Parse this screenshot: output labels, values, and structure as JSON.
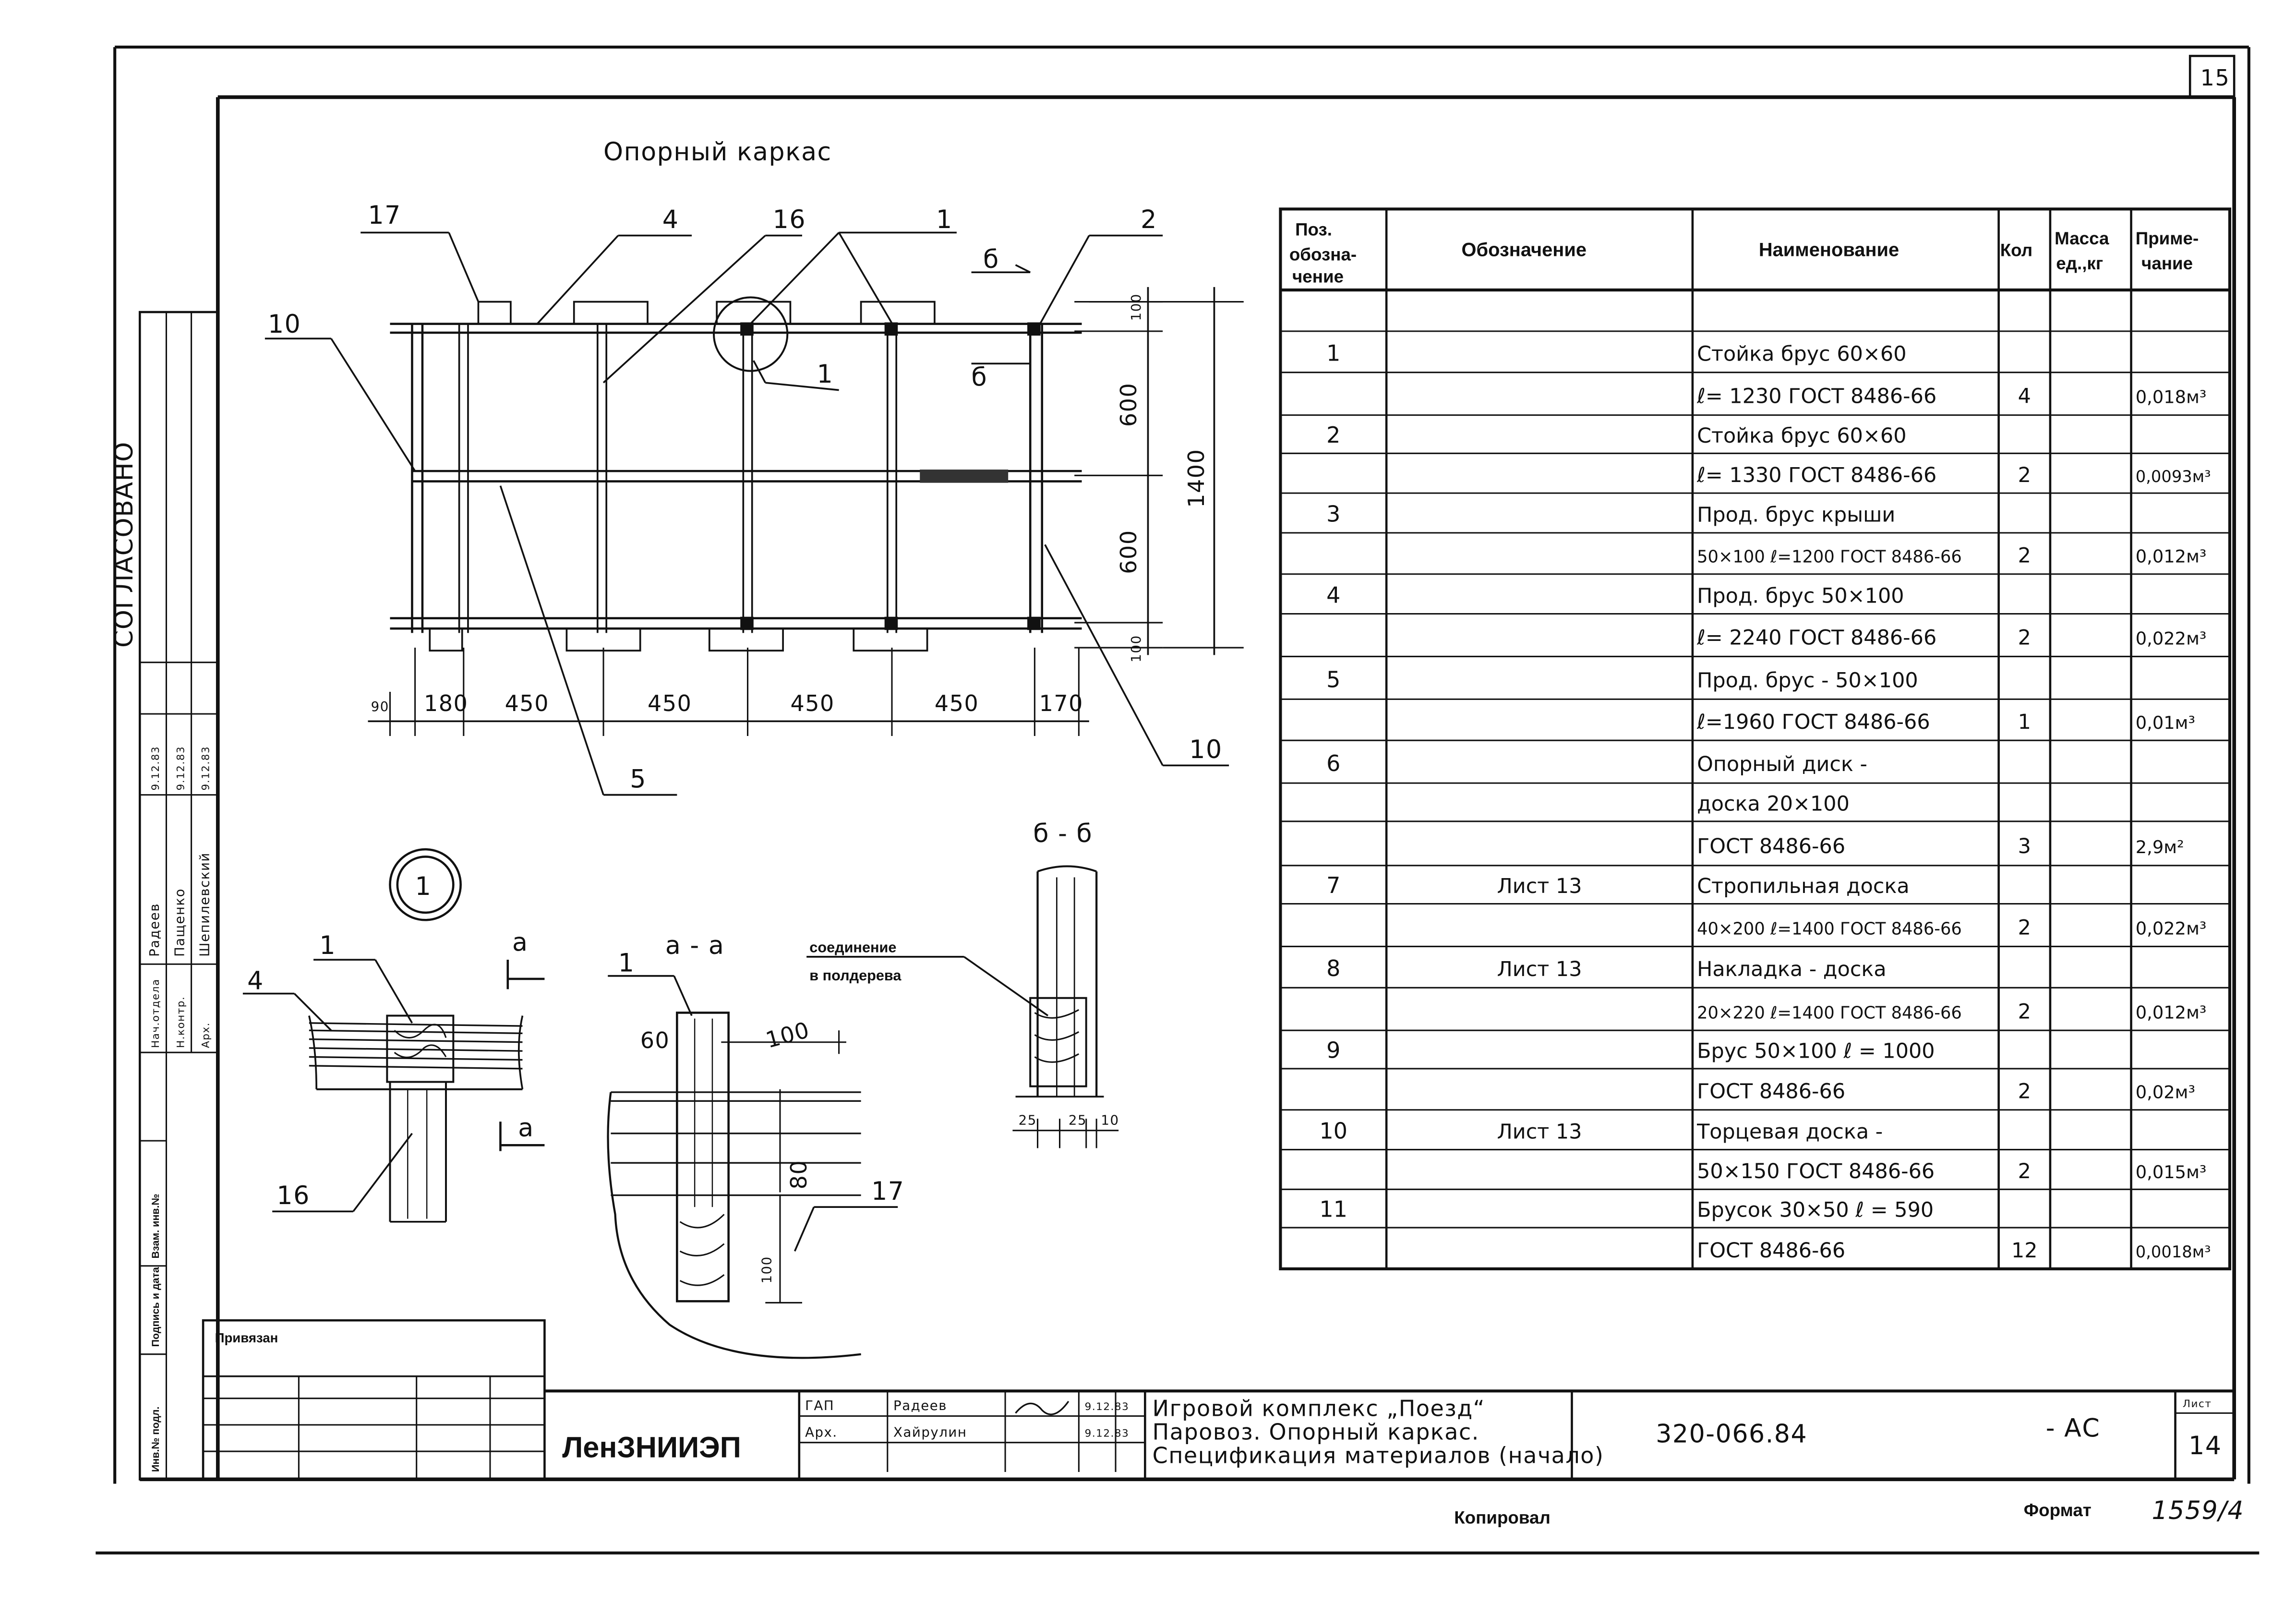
{
  "sheet_number": "15",
  "drawing_title": "Опорный каркас",
  "plan_callouts": {
    "c17": "17",
    "c4": "4",
    "c16": "16",
    "c1": "1",
    "c2": "2",
    "c10": "10",
    "c1b": "1",
    "c5": "5",
    "c10b": "10",
    "section_b": "б",
    "section_b2": "б"
  },
  "plan_dims_bottom": [
    "90",
    "180",
    "450",
    "450",
    "450",
    "450",
    "170"
  ],
  "plan_dims_right": [
    "100",
    "600",
    "600",
    "100"
  ],
  "plan_dim_total": "1400",
  "detail_marker": "1",
  "detail_labels": {
    "l1": "1",
    "l4": "4",
    "l16": "16",
    "cut_a": "а",
    "cut_a2": "а"
  },
  "section_aa": {
    "title": "а - а",
    "l1": "1",
    "d60": "60",
    "d100": "100",
    "d80": "80",
    "d100b": "100",
    "l17": "17"
  },
  "section_bb": {
    "title": "б - б",
    "note_line1": "соединение",
    "note_line2": "в полдерева",
    "dims": [
      "25",
      "25",
      "10"
    ]
  },
  "left_stamp": {
    "agreed": "СОГЛАСОВАНО",
    "rows": [
      {
        "role": "Нач.отдела",
        "name": "Радеев",
        "date": "9.12.83"
      },
      {
        "role": "Н.контр.",
        "name": "Пащенко",
        "date": "9.12.83"
      },
      {
        "role": "Арх.",
        "name": "Шепилевский",
        "date": "9.12.83"
      }
    ],
    "col_labels": [
      "Инв.№ подл.",
      "Подпись и дата",
      "Взам. инв.№"
    ]
  },
  "table": {
    "headers": [
      "Поз. обозна- чение",
      "Обозначение",
      "Наименование",
      "Кол",
      "Масса ед.,кг",
      "Приме- чание"
    ],
    "rows": [
      [
        "",
        "",
        "",
        "",
        "",
        ""
      ],
      [
        "1",
        "",
        "Стойка брус 60×60",
        "",
        "",
        ""
      ],
      [
        "",
        "",
        "ℓ= 1230 ГОСТ 8486-66",
        "4",
        "",
        "0,018м³"
      ],
      [
        "2",
        "",
        "Стойка брус 60×60",
        "",
        "",
        ""
      ],
      [
        "",
        "",
        "ℓ= 1330 ГОСТ 8486-66",
        "2",
        "",
        "0,0093м³"
      ],
      [
        "3",
        "",
        "Прод. брус крыши",
        "",
        "",
        ""
      ],
      [
        "",
        "",
        "50×100 ℓ=1200 ГОСТ 8486-66",
        "2",
        "",
        "0,012м³"
      ],
      [
        "4",
        "",
        "Прод. брус 50×100",
        "",
        "",
        ""
      ],
      [
        "",
        "",
        "ℓ= 2240 ГОСТ 8486-66",
        "2",
        "",
        "0,022м³"
      ],
      [
        "5",
        "",
        "Прод. брус - 50×100",
        "",
        "",
        ""
      ],
      [
        "",
        "",
        "ℓ=1960 ГОСТ 8486-66",
        "1",
        "",
        "0,01м³"
      ],
      [
        "6",
        "",
        "Опорный диск -",
        "",
        "",
        ""
      ],
      [
        "",
        "",
        "доска 20×100",
        "",
        "",
        ""
      ],
      [
        "",
        "",
        "ГОСТ 8486-66",
        "3",
        "",
        "2,9м²"
      ],
      [
        "7",
        "Лист 13",
        "Стропильная доска",
        "",
        "",
        ""
      ],
      [
        "",
        "",
        "40×200 ℓ=1400 ГОСТ 8486-66",
        "2",
        "",
        "0,022м³"
      ],
      [
        "8",
        "Лист 13",
        "Накладка - доска",
        "",
        "",
        ""
      ],
      [
        "",
        "",
        "20×220 ℓ=1400 ГОСТ 8486-66",
        "2",
        "",
        "0,012м³"
      ],
      [
        "9",
        "",
        "Брус 50×100 ℓ = 1000",
        "",
        "",
        ""
      ],
      [
        "",
        "",
        "ГОСТ 8486-66",
        "2",
        "",
        "0,02м³"
      ],
      [
        "10",
        "Лист 13",
        "Торцевая доска -",
        "",
        "",
        ""
      ],
      [
        "",
        "",
        "50×150 ГОСТ 8486-66",
        "2",
        "",
        "0,015м³"
      ],
      [
        "11",
        "",
        "Брусок 30×50 ℓ = 590",
        "",
        "",
        ""
      ],
      [
        "",
        "",
        "ГОСТ 8486-66",
        "12",
        "",
        "0,0018м³"
      ]
    ]
  },
  "title_block": {
    "privyazan": "Привязан",
    "org": "ЛенЗНИИЭП",
    "gap_label": "ГАП",
    "gap_name": "Радеев",
    "gap_date": "9.12.83",
    "arch_label": "Арх.",
    "arch_name": "Хайрулин",
    "arch_date": "9.12.83",
    "desc_line1": "Игровой комплекс „Поезд“",
    "desc_line2": "Паровоз. Опорный каркас.",
    "desc_line3": "Спецификация материалов (начало)",
    "code": "320-066.84",
    "suffix": "- АС",
    "sheet_label": "Лист",
    "sheet_value": "14"
  },
  "footer": {
    "copied": "Копировал",
    "format": "Формат",
    "archive": "1559/4"
  }
}
